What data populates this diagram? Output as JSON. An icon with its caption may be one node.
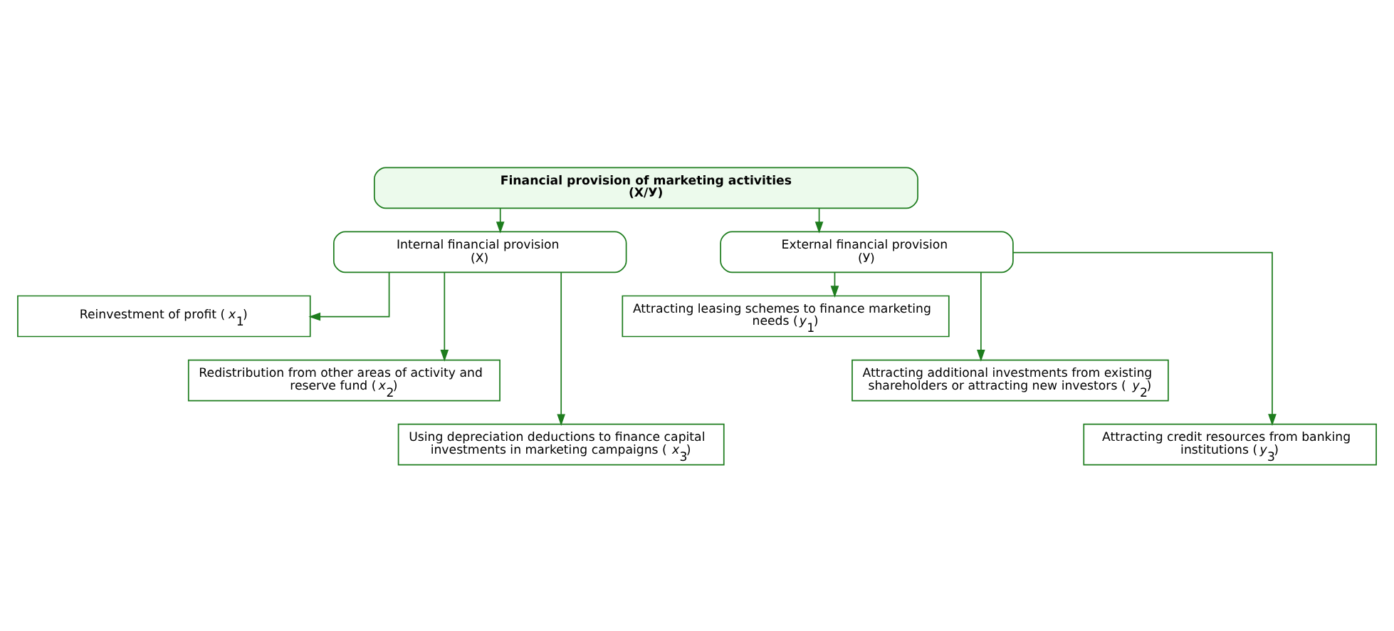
{
  "diagram": {
    "nodes": [
      {
        "text": [
          "Financial provision of marketing activities",
          "(X/У)"
        ]
      },
      {
        "text": [
          "Internal financial provision",
          "(X)"
        ]
      },
      {
        "text": [
          "External financial provision",
          "(У)"
        ]
      },
      {
        "text": [
          "Reinvestment of profit (*x*$_{1}$)"
        ]
      },
      {
        "text": [
          "Redistribution from other areas of activity and reserve fund (*x*$_{2}$)"
        ]
      },
      {
        "text": [
          "Using depreciation deductions to finance capital investments in marketing campaigns (*x*$_{3}$)"
        ]
      },
      {
        "text": [
          "Attracting leasing schemes to finance marketing needs (*y*$_{1}$)"
        ]
      },
      {
        "text": [
          "Attracting additional investments from existing shareholders or attracting new investors (*y*$_{2}$)"
        ]
      },
      {
        "text": [
          "Attracting credit resources from banking institutions (*y*$_{3}$)"
        ]
      }
    ],
    "edges": [
      {
        "from": 0,
        "to": 1,
        "arrow": "to"
      },
      {
        "from": 0,
        "to": 2,
        "arrow": "to"
      },
      {
        "from": 1,
        "to": 3,
        "arrow": "to"
      },
      {
        "from": 1,
        "to": 4,
        "arrow": "to"
      },
      {
        "from": 1,
        "to": 5,
        "arrow": "to"
      },
      {
        "from": 2,
        "to": 6,
        "arrow": "to"
      },
      {
        "from": 2,
        "to": 7,
        "arrow": "to"
      },
      {
        "from": 2,
        "to": 8,
        "arrow": "to"
      }
    ]
  }
}
